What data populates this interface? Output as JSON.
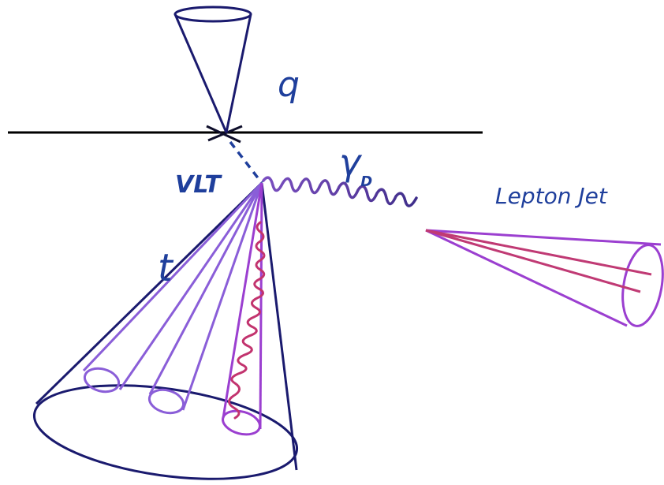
{
  "labels": {
    "quark": "q",
    "vlt": "VLT",
    "dark_photon_symbol": "γ",
    "dark_photon_subscript": "D",
    "lepton_jet": "Lepton Jet",
    "top": "t"
  },
  "colors": {
    "beam": "#000000",
    "label_blue": "#1f3f9c",
    "cone_navy": "#1a1a6e",
    "dashed": "#1f3f9c",
    "photon_wave": "#5b3aa3",
    "jet_purple": "#9b3fd0",
    "jet_violet": "#8a5ed8",
    "pink_squiggle": "#c2336e",
    "lepton_line": "#c03a74"
  }
}
